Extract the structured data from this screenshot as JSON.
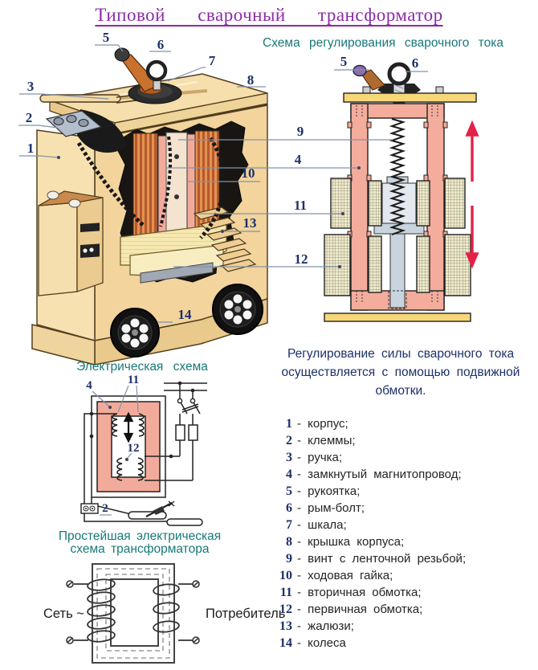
{
  "title": "Типовой сварочный трансформатор",
  "regulation": {
    "heading": "Схема регулирования сварочного тока",
    "note": "Регулирование силы сварочного тока осуществляется с помощью подвижной обмотки."
  },
  "electrical": {
    "heading": "Электрическая схема"
  },
  "simple": {
    "heading1": "Простейшая электрическая",
    "heading2": "схема трансформатора",
    "left_label": "Сеть ~",
    "right_label": "Потребитель"
  },
  "callouts": {
    "n1": "1",
    "n2": "2",
    "n3": "3",
    "n4": "4",
    "n5": "5",
    "n6": "6",
    "n7": "7",
    "n8": "8",
    "n9": "9",
    "n10": "10",
    "n11": "11",
    "n12": "12",
    "n13": "13",
    "n14": "14"
  },
  "legend": {
    "items": [
      {
        "num": "1",
        "text": "- корпус;"
      },
      {
        "num": "2",
        "text": "- клеммы;"
      },
      {
        "num": "3",
        "text": "- ручка;"
      },
      {
        "num": "4",
        "text": "- замкнутый магнитопровод;"
      },
      {
        "num": "5",
        "text": "- рукоятка;"
      },
      {
        "num": "6",
        "text": "- рым-болт;"
      },
      {
        "num": "7",
        "text": "- шкала;"
      },
      {
        "num": "8",
        "text": "- крышка корпуса;"
      },
      {
        "num": "9",
        "text": "- винт с ленточной резьбой;"
      },
      {
        "num": "10",
        "text": "- ходовая гайка;"
      },
      {
        "num": "11",
        "text": "- вторичная обмотка;"
      },
      {
        "num": "12",
        "text": "- первичная обмотка;"
      },
      {
        "num": "13",
        "text": "- жалюзи;"
      },
      {
        "num": "14",
        "text": "- колеса"
      }
    ]
  },
  "colors": {
    "title_purple": "#8B2BA8",
    "heading_teal": "#187878",
    "text_navy": "#1D3069",
    "core_pink": "#F2AB9B",
    "cabinet_tan": "#F2D49C",
    "plate_yellow": "#F7D878",
    "arrow_red": "#E52148",
    "copper": "#C06A32",
    "legend_text": "#242424"
  }
}
